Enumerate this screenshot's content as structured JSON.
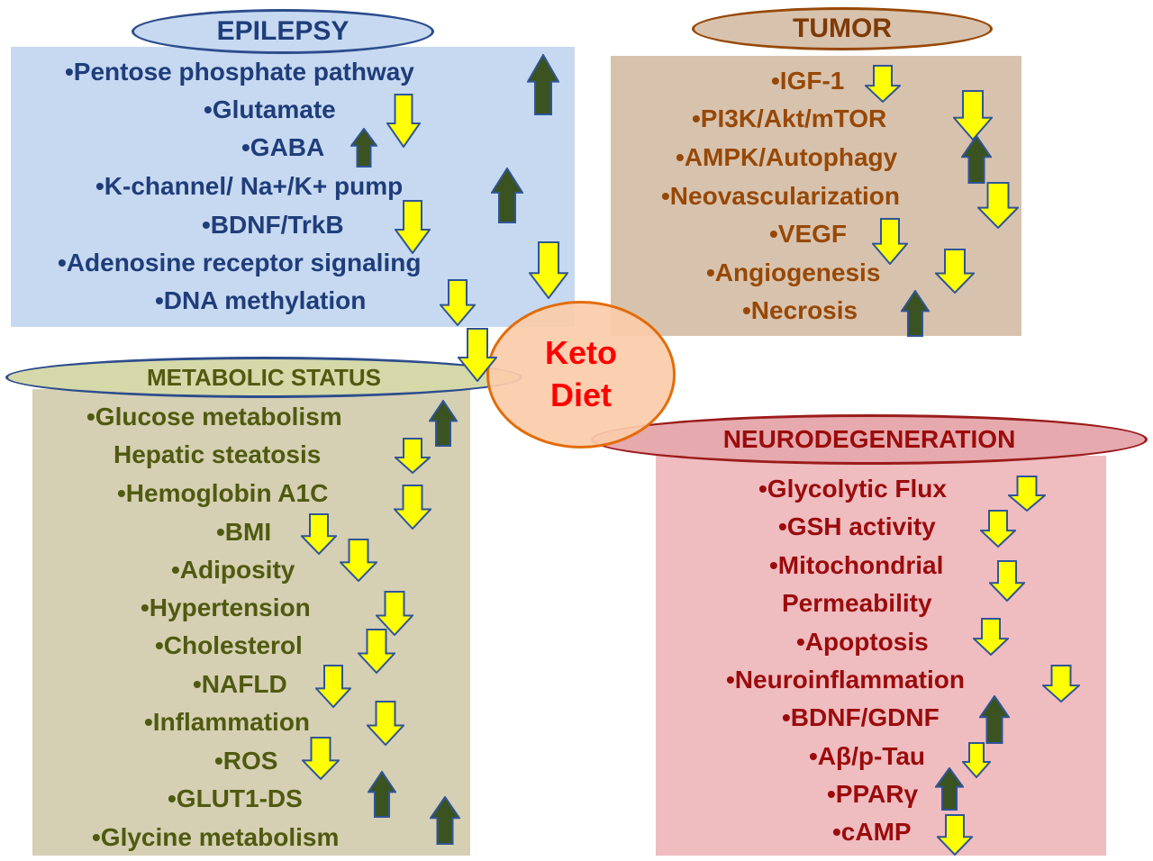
{
  "colors": {
    "epilepsy_panel": "#c6d9f1",
    "epilepsy_text": "#1f3d7a",
    "tumor_panel": "#d7c2ad",
    "tumor_text": "#974806",
    "metabolic_panel": "#d5cfb3",
    "metabolic_text": "#4f5a0f",
    "neuro_panel": "#efbcc0",
    "neuro_text": "#9b0b0b",
    "up_arrow": "#3b5320",
    "down_arrow": "#ffff00"
  },
  "center": {
    "line1": "Keto",
    "line2": "Diet"
  },
  "epilepsy": {
    "title": "EPILEPSY",
    "items": [
      {
        "text": "•Pentose phosphate pathway",
        "trend": "up"
      },
      {
        "text": "•Glutamate",
        "trend": "down"
      },
      {
        "text": "•GABA",
        "trend": "up"
      },
      {
        "text": "•K-channel/ Na+/K+ pump",
        "trend": "up"
      },
      {
        "text": "•BDNF/TrkB",
        "trend": "down"
      },
      {
        "text": "•Adenosine receptor signaling",
        "trend": "down"
      },
      {
        "text": "•DNA methylation",
        "trend": "down"
      }
    ]
  },
  "tumor": {
    "title": "TUMOR",
    "items": [
      {
        "text": "•IGF-1",
        "trend": "down"
      },
      {
        "text": "•PI3K/Akt/mTOR",
        "trend": "down"
      },
      {
        "text": "•AMPK/Autophagy",
        "trend": "up"
      },
      {
        "text": "•Neovascularization",
        "trend": "down"
      },
      {
        "text": "•VEGF",
        "trend": "down"
      },
      {
        "text": "•Angiogenesis",
        "trend": "down"
      },
      {
        "text": "•Necrosis",
        "trend": "up"
      }
    ]
  },
  "metabolic": {
    "title": "METABOLIC STATUS",
    "items": [
      {
        "text": "•Glucose metabolism",
        "trend": "up"
      },
      {
        "text": "Hepatic steatosis",
        "trend": "down"
      },
      {
        "text": "•Hemoglobin A1C",
        "trend": "down"
      },
      {
        "text": "•BMI",
        "trend": "down"
      },
      {
        "text": "•Adiposity",
        "trend": "down"
      },
      {
        "text": "•Hypertension",
        "trend": "down"
      },
      {
        "text": "•Cholesterol",
        "trend": "down"
      },
      {
        "text": "•NAFLD",
        "trend": "down"
      },
      {
        "text": "•Inflammation",
        "trend": "down"
      },
      {
        "text": "•ROS",
        "trend": "down"
      },
      {
        "text": "•GLUT1-DS",
        "trend": "up"
      },
      {
        "text": "•Glycine metabolism",
        "trend": "up"
      }
    ]
  },
  "neuro": {
    "title": "NEURODEGENERATION",
    "items": [
      {
        "text": "•Glycolytic Flux",
        "trend": "down"
      },
      {
        "text": "•GSH activity",
        "trend": "down"
      },
      {
        "text": "•Mitochondrial",
        "trend": "down"
      },
      {
        "text": "Permeability",
        "trend": ""
      },
      {
        "text": "•Apoptosis",
        "trend": "down"
      },
      {
        "text": "•Neuroinflammation",
        "trend": "down"
      },
      {
        "text": "•BDNF/GDNF",
        "trend": "up"
      },
      {
        "text": "•Aβ/p-Tau",
        "trend": "down"
      },
      {
        "text": "•PPARγ",
        "trend": "up"
      },
      {
        "text": "•cAMP",
        "trend": "down"
      }
    ]
  }
}
